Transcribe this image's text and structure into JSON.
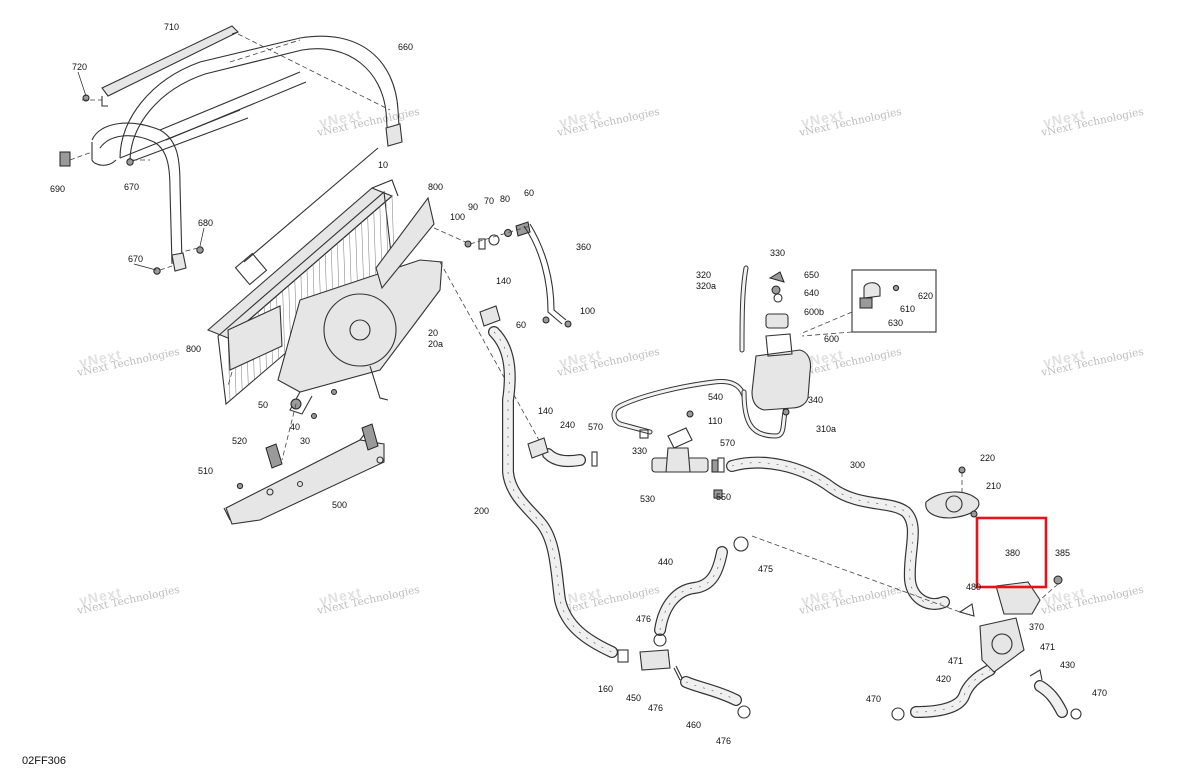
{
  "diagram": {
    "drawing_code": "02FF306",
    "watermark": "vNext Technologies",
    "highlight": {
      "target": "380",
      "color": "#e3151a"
    },
    "callouts": [
      "710",
      "660",
      "720",
      "690",
      "670",
      "670",
      "680",
      "10",
      "800",
      "800",
      "100",
      "90",
      "70",
      "80",
      "60",
      "360",
      "140",
      "60",
      "100",
      "20",
      "20a",
      "50",
      "40",
      "30",
      "520",
      "510",
      "500",
      "330",
      "650",
      "640",
      "600b",
      "320",
      "320a",
      "600",
      "620",
      "610",
      "630",
      "340",
      "310a",
      "540",
      "110",
      "140",
      "240",
      "570",
      "330",
      "570",
      "530",
      "550",
      "300",
      "220",
      "210",
      "200",
      "440",
      "475",
      "380",
      "385",
      "480",
      "370",
      "471",
      "471",
      "430",
      "420",
      "470",
      "470",
      "476",
      "476",
      "476",
      "160",
      "450",
      "460"
    ]
  }
}
